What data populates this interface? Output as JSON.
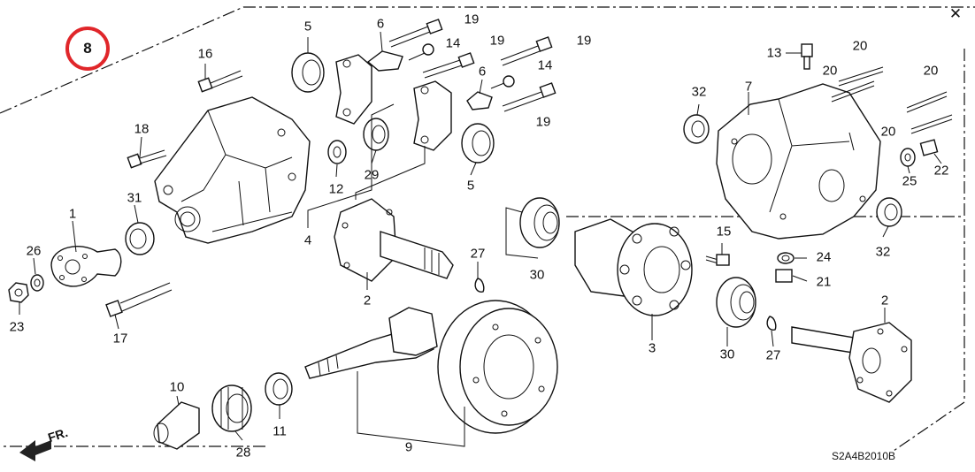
{
  "diagram": {
    "group_number": "8",
    "close_symbol": "✕",
    "forward_label": "FR.",
    "diagram_code": "S2A4B2010B",
    "accent_color": "#e0262a",
    "callouts": {
      "c1": "1",
      "c2a": "2",
      "c2b": "2",
      "c3": "3",
      "c4": "4",
      "c5a": "5",
      "c5b": "5",
      "c6a": "6",
      "c6b": "6",
      "c7": "7",
      "c9": "9",
      "c10": "10",
      "c11": "11",
      "c12": "12",
      "c13": "13",
      "c14a": "14",
      "c14b": "14",
      "c15": "15",
      "c16": "16",
      "c17": "17",
      "c18": "18",
      "c19a": "19",
      "c19b": "19",
      "c19c": "19",
      "c19d": "19",
      "c20a": "20",
      "c20b": "20",
      "c20c": "20",
      "c20d": "20",
      "c21": "21",
      "c22": "22",
      "c23": "23",
      "c24": "24",
      "c25": "25",
      "c26": "26",
      "c27a": "27",
      "c27b": "27",
      "c28": "28",
      "c29": "29",
      "c30a": "30",
      "c30b": "30",
      "c31": "31",
      "c32a": "32",
      "c32b": "32"
    }
  }
}
